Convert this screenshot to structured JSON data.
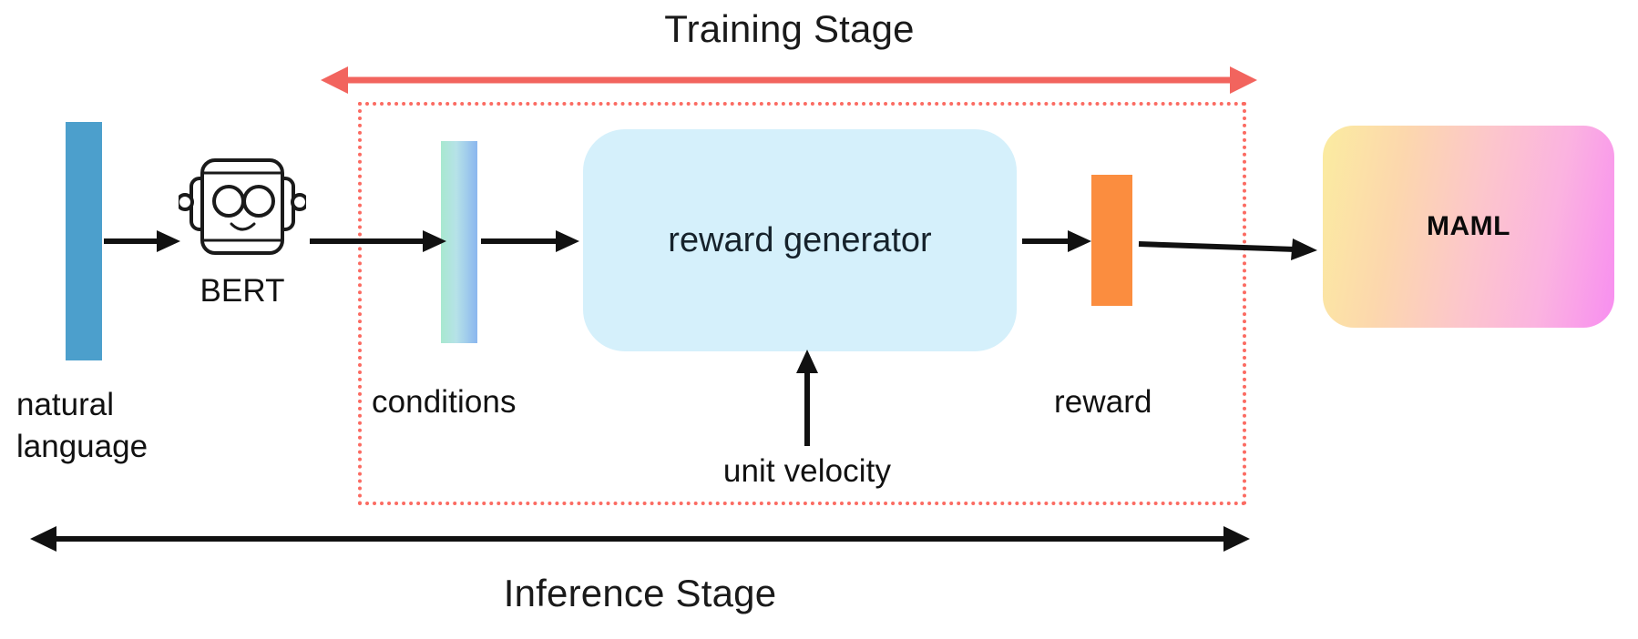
{
  "diagram": {
    "title_top": "Training Stage",
    "title_bottom": "Inference Stage",
    "nodes": {
      "natural_language": "natural\nlanguage",
      "bert": "BERT",
      "conditions": "conditions",
      "reward_generator": "reward generator",
      "unit_velocity": "unit velocity",
      "reward": "reward",
      "maml": "MAML"
    },
    "colors": {
      "natural_language_bar": "#4c9fcc",
      "conditions_gradient_start": "#a8e8cf",
      "conditions_gradient_end": "#8ab6ef",
      "reward_generator_box": "#d5f0fb",
      "reward_bar": "#fb8d3f",
      "maml_gradient_start": "#fbeca0",
      "maml_gradient_end": "#f88ef0",
      "training_accent": "#f2645e",
      "dotted_border": "#fb6b62",
      "arrow_black": "#111111"
    },
    "flow": [
      {
        "from": "natural language",
        "to": "BERT"
      },
      {
        "from": "BERT",
        "to": "conditions"
      },
      {
        "from": "conditions",
        "to": "reward generator"
      },
      {
        "from": "unit velocity",
        "to": "reward generator"
      },
      {
        "from": "reward generator",
        "to": "reward"
      },
      {
        "from": "reward",
        "to": "MAML"
      }
    ],
    "spans": {
      "training_stage_arrow": "double-headed red arrow spanning conditions through reward",
      "inference_stage_arrow": "double-headed black arrow spanning natural language through reward"
    }
  }
}
